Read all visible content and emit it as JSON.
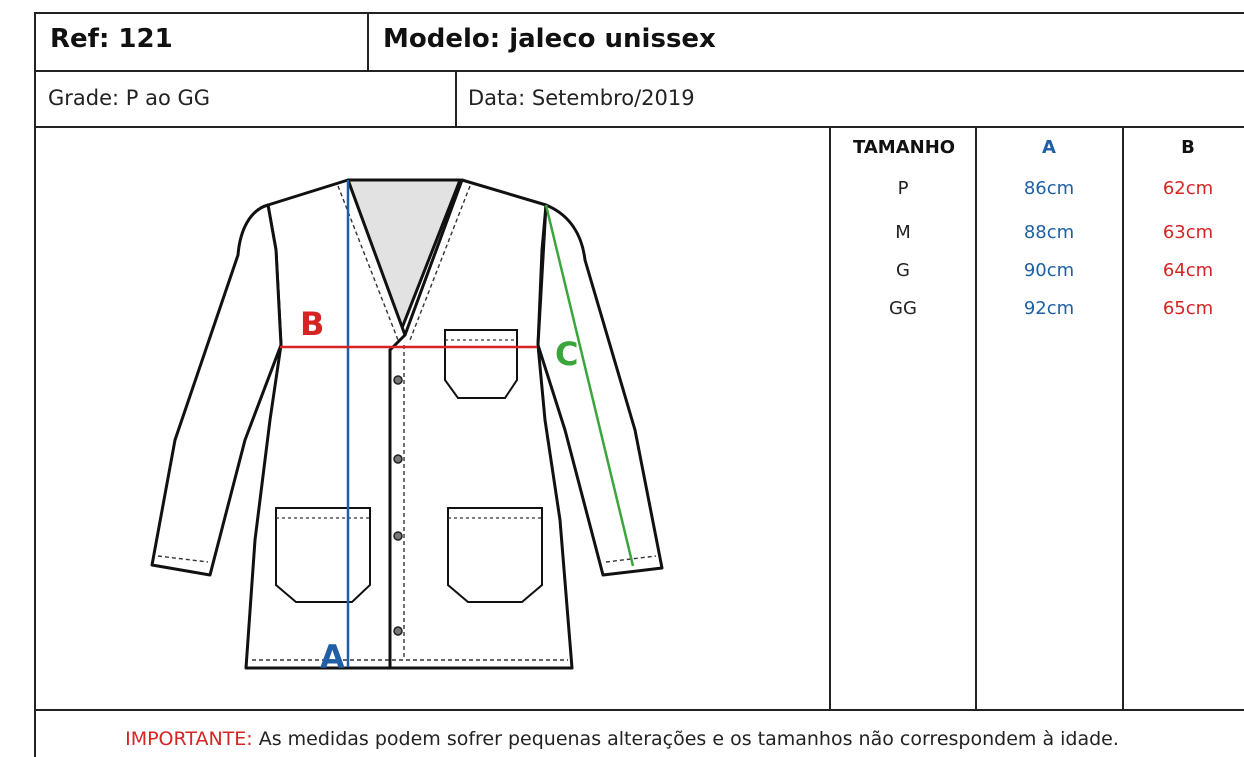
{
  "header": {
    "ref": "Ref: 121",
    "modelo": "Modelo: jaleco unissex",
    "grade": "Grade: P ao GG",
    "data": "Data: Setembro/2019"
  },
  "diagram": {
    "label_a": "A",
    "label_b": "B",
    "label_c": "C",
    "colors": {
      "a": "#1f5fa6",
      "b": "#d42424",
      "c": "#3aa53a"
    }
  },
  "table": {
    "headers": [
      "TAMANHO",
      "A",
      "B"
    ],
    "rows": [
      {
        "tamanho": "P",
        "a": "86cm",
        "b": "62cm"
      },
      {
        "tamanho": "M",
        "a": "88cm",
        "b": "63cm"
      },
      {
        "tamanho": "G",
        "a": "90cm",
        "b": "64cm"
      },
      {
        "tamanho": "GG",
        "a": "92cm",
        "b": "65cm"
      }
    ]
  },
  "note": {
    "important": "IMPORTANTE:",
    "text": " As medidas podem sofrer pequenas alterações e os tamanhos não correspondem à idade."
  }
}
